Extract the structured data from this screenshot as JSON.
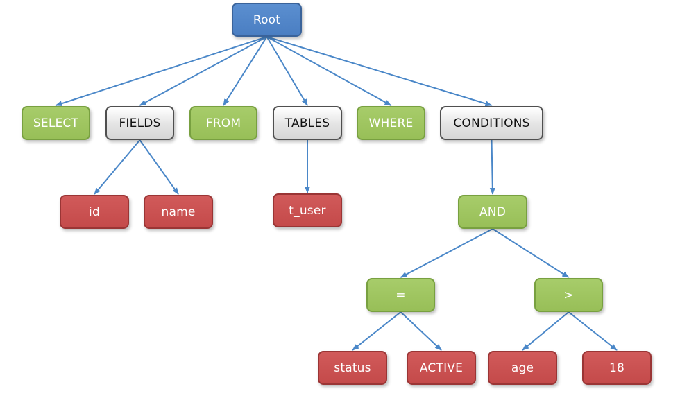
{
  "colors": {
    "root": "#4f86c6",
    "keyword": "#9bc25e",
    "group": "#e4e4e4",
    "leaf": "#c94f4f",
    "edge": "#4a87c8"
  },
  "nodes": {
    "root": "Root",
    "select": "SELECT",
    "fields": "FIELDS",
    "from": "FROM",
    "tables": "TABLES",
    "where": "WHERE",
    "conditions": "CONDITIONS",
    "id": "id",
    "name": "name",
    "t_user": "t_user",
    "and": "AND",
    "eq": "=",
    "gt": ">",
    "status": "status",
    "active": "ACTIVE",
    "age": "age",
    "eighteen": "18"
  },
  "edges": [
    [
      "root",
      "select"
    ],
    [
      "root",
      "fields"
    ],
    [
      "root",
      "from"
    ],
    [
      "root",
      "tables"
    ],
    [
      "root",
      "where"
    ],
    [
      "root",
      "conditions"
    ],
    [
      "fields",
      "id"
    ],
    [
      "fields",
      "name"
    ],
    [
      "tables",
      "t_user"
    ],
    [
      "conditions",
      "and"
    ],
    [
      "and",
      "eq"
    ],
    [
      "and",
      "gt"
    ],
    [
      "eq",
      "status"
    ],
    [
      "eq",
      "active"
    ],
    [
      "gt",
      "age"
    ],
    [
      "gt",
      "eighteen"
    ]
  ]
}
